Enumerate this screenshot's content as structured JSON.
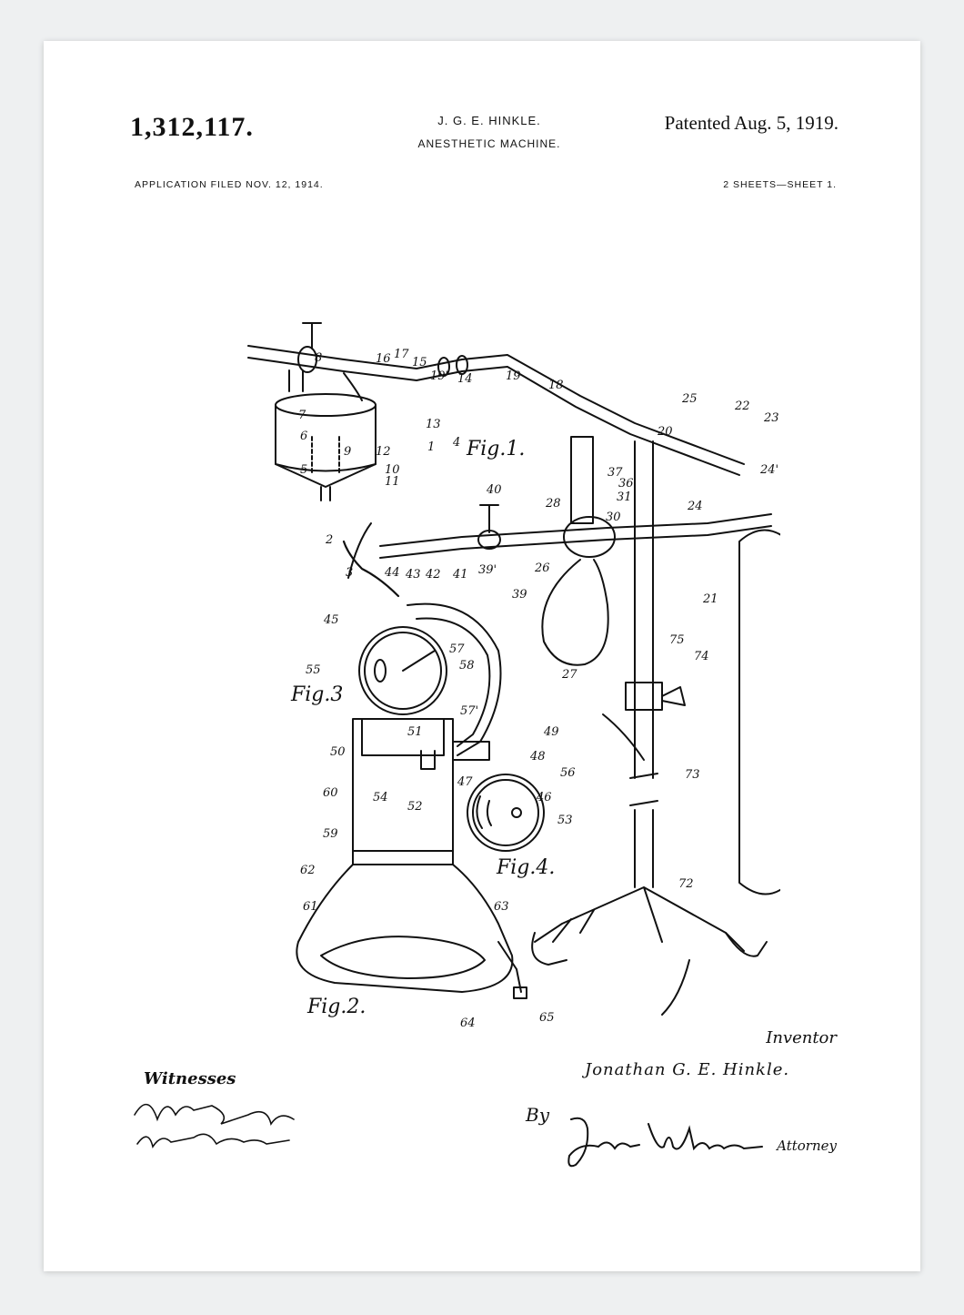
{
  "header": {
    "patent_number": "1,312,117.",
    "inventor": "J. G. E. HINKLE.",
    "title": "ANESTHETIC MACHINE.",
    "patented": "Patented Aug. 5, 1919.",
    "application_filed": "APPLICATION FILED NOV. 12, 1914.",
    "sheets": "2 SHEETS—SHEET 1."
  },
  "figures": {
    "fig1": "Fig.1.",
    "fig2": "Fig.2.",
    "fig3": "Fig.3",
    "fig4": "Fig.4."
  },
  "reference_numerals": [
    "1",
    "2",
    "3",
    "4",
    "5",
    "6",
    "7",
    "8",
    "9",
    "10",
    "11",
    "12",
    "13",
    "14",
    "15",
    "16",
    "17",
    "18",
    "19",
    "19'",
    "20",
    "21",
    "22",
    "23",
    "24",
    "24'",
    "25",
    "26",
    "27",
    "28",
    "30",
    "31",
    "36",
    "37",
    "39",
    "39'",
    "40",
    "41",
    "42",
    "43",
    "44",
    "45",
    "46",
    "47",
    "48",
    "49",
    "50",
    "51",
    "52",
    "53",
    "54",
    "55",
    "56",
    "57",
    "57'",
    "58",
    "59",
    "60",
    "61",
    "62",
    "63",
    "64",
    "65",
    "72",
    "73",
    "74",
    "75"
  ],
  "footer": {
    "inventor_label": "Inventor",
    "inventor_name": "Jonathan G. E. Hinkle.",
    "witnesses_label": "Witnesses",
    "witness_1": "W. G. Hefling",
    "witness_2": "A. S. Dempson",
    "by_label": "By",
    "attorney_name": "Jas. W. Witten",
    "attorney_label": "Attorney"
  }
}
